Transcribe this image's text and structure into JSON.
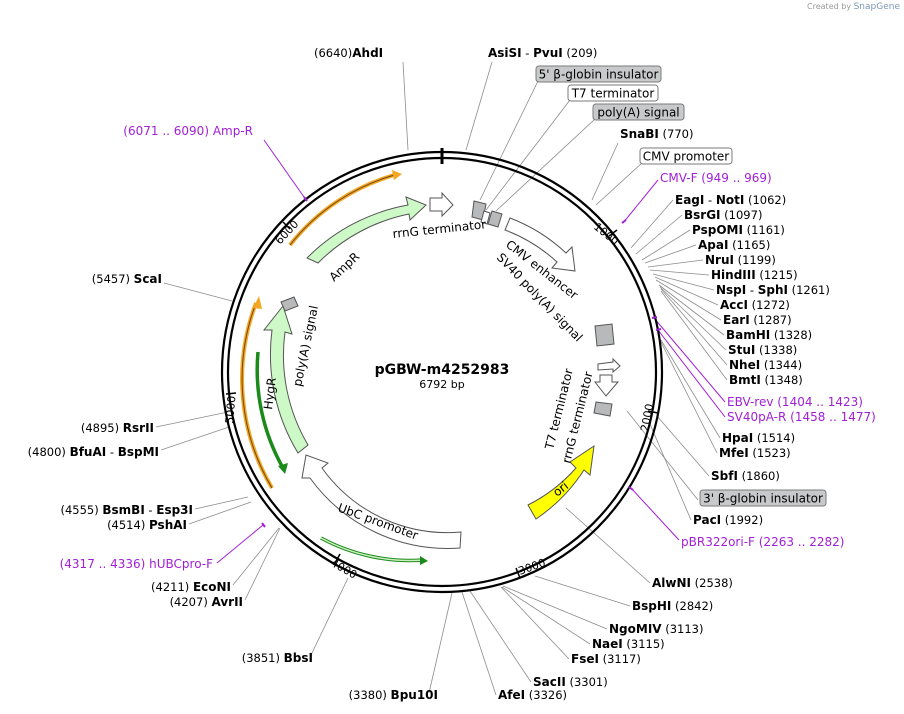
{
  "credit": {
    "prefix": "Created by",
    "brand": "SnapGene"
  },
  "plasmid": {
    "name": "pGBW-m4252983",
    "length_label": "6792 bp"
  },
  "ticks": [
    "1000",
    "2000",
    "3000",
    "4000",
    "5000",
    "6000"
  ],
  "sites": [
    {
      "id": "AhdI",
      "parts": [
        [
          "(6640)",
          false
        ],
        [
          "AhdI",
          true
        ]
      ]
    },
    {
      "id": "AsiSI-PvuI",
      "parts": [
        [
          "AsiSI",
          true
        ],
        [
          " - ",
          false
        ],
        [
          "PvuI",
          true
        ],
        [
          "  (209)",
          false
        ]
      ]
    },
    {
      "id": "SnaBI",
      "parts": [
        [
          "SnaBI",
          true
        ],
        [
          "  (770)",
          false
        ]
      ]
    },
    {
      "id": "EagI-NotI",
      "parts": [
        [
          "EagI",
          true
        ],
        [
          " - ",
          false
        ],
        [
          "NotI",
          true
        ],
        [
          "  (1062)",
          false
        ]
      ]
    },
    {
      "id": "BsrGI",
      "parts": [
        [
          "BsrGI",
          true
        ],
        [
          "  (1097)",
          false
        ]
      ]
    },
    {
      "id": "PspOMI",
      "parts": [
        [
          "PspOMI",
          true
        ],
        [
          "  (1161)",
          false
        ]
      ]
    },
    {
      "id": "ApaI",
      "parts": [
        [
          "ApaI",
          true
        ],
        [
          "  (1165)",
          false
        ]
      ]
    },
    {
      "id": "NruI",
      "parts": [
        [
          "NruI",
          true
        ],
        [
          "  (1199)",
          false
        ]
      ]
    },
    {
      "id": "HindIII",
      "parts": [
        [
          "HindIII",
          true
        ],
        [
          "  (1215)",
          false
        ]
      ]
    },
    {
      "id": "NspI-SphI",
      "parts": [
        [
          "NspI",
          true
        ],
        [
          " - ",
          false
        ],
        [
          "SphI",
          true
        ],
        [
          "  (1261)",
          false
        ]
      ]
    },
    {
      "id": "AccI",
      "parts": [
        [
          "AccI",
          true
        ],
        [
          "  (1272)",
          false
        ]
      ]
    },
    {
      "id": "EarI",
      "parts": [
        [
          "EarI",
          true
        ],
        [
          "  (1287)",
          false
        ]
      ]
    },
    {
      "id": "BamHI",
      "parts": [
        [
          "BamHI",
          true
        ],
        [
          "  (1328)",
          false
        ]
      ]
    },
    {
      "id": "StuI",
      "parts": [
        [
          "StuI",
          true
        ],
        [
          "  (1338)",
          false
        ]
      ]
    },
    {
      "id": "NheI",
      "parts": [
        [
          "NheI",
          true
        ],
        [
          "  (1344)",
          false
        ]
      ]
    },
    {
      "id": "BmtI",
      "parts": [
        [
          "BmtI",
          true
        ],
        [
          "  (1348)",
          false
        ]
      ]
    },
    {
      "id": "HpaI",
      "parts": [
        [
          "HpaI",
          true
        ],
        [
          "  (1514)",
          false
        ]
      ]
    },
    {
      "id": "MfeI",
      "parts": [
        [
          "MfeI",
          true
        ],
        [
          "  (1523)",
          false
        ]
      ]
    },
    {
      "id": "SbfI",
      "parts": [
        [
          "SbfI",
          true
        ],
        [
          "  (1860)",
          false
        ]
      ]
    },
    {
      "id": "PacI",
      "parts": [
        [
          "PacI",
          true
        ],
        [
          "  (1992)",
          false
        ]
      ]
    },
    {
      "id": "AlwNI",
      "parts": [
        [
          "AlwNI",
          true
        ],
        [
          "  (2538)",
          false
        ]
      ]
    },
    {
      "id": "BspHI",
      "parts": [
        [
          "BspHI",
          true
        ],
        [
          "  (2842)",
          false
        ]
      ]
    },
    {
      "id": "NgoMIV",
      "parts": [
        [
          "NgoMIV",
          true
        ],
        [
          "  (3113)",
          false
        ]
      ]
    },
    {
      "id": "NaeI",
      "parts": [
        [
          "NaeI",
          true
        ],
        [
          "  (3115)",
          false
        ]
      ]
    },
    {
      "id": "FseI",
      "parts": [
        [
          "FseI",
          true
        ],
        [
          "  (3117)",
          false
        ]
      ]
    },
    {
      "id": "SacII",
      "parts": [
        [
          "SacII",
          true
        ],
        [
          "  (3301)",
          false
        ]
      ]
    },
    {
      "id": "AfeI",
      "parts": [
        [
          "AfeI",
          true
        ],
        [
          "  (3326)",
          false
        ]
      ]
    },
    {
      "id": "Bpu10I",
      "parts": [
        [
          "(3380)  ",
          false
        ],
        [
          "Bpu10I",
          true
        ]
      ]
    },
    {
      "id": "BbsI",
      "parts": [
        [
          "(3851)  ",
          false
        ],
        [
          "BbsI",
          true
        ]
      ]
    },
    {
      "id": "AvrII",
      "parts": [
        [
          "(4207)  ",
          false
        ],
        [
          "AvrII",
          true
        ]
      ]
    },
    {
      "id": "EcoNI",
      "parts": [
        [
          "(4211)  ",
          false
        ],
        [
          "EcoNI",
          true
        ]
      ]
    },
    {
      "id": "PshAI",
      "parts": [
        [
          "(4514)  ",
          false
        ],
        [
          "PshAI",
          true
        ]
      ]
    },
    {
      "id": "BsmBI-Esp3I",
      "parts": [
        [
          "(4555)  ",
          false
        ],
        [
          "BsmBI",
          true
        ],
        [
          " - ",
          false
        ],
        [
          "Esp3I",
          true
        ]
      ]
    },
    {
      "id": "BfuAI-BspMI",
      "parts": [
        [
          "(4800)  ",
          false
        ],
        [
          "BfuAI",
          true
        ],
        [
          " - ",
          false
        ],
        [
          "BspMI",
          true
        ]
      ]
    },
    {
      "id": "RsrII",
      "parts": [
        [
          "(4895)  ",
          false
        ],
        [
          "RsrII",
          true
        ]
      ]
    },
    {
      "id": "ScaI",
      "parts": [
        [
          "(5457)  ",
          false
        ],
        [
          "ScaI",
          true
        ]
      ]
    }
  ],
  "primers": [
    {
      "id": "Amp-R",
      "parts": [
        [
          "(6071 .. 6090)",
          false
        ],
        [
          "  Amp-R",
          false
        ]
      ]
    },
    {
      "id": "CMV-F",
      "parts": [
        [
          "CMV-F",
          false
        ],
        [
          "    (949 .. 969)",
          false
        ]
      ]
    },
    {
      "id": "EBV-rev",
      "parts": [
        [
          "EBV-rev",
          false
        ],
        [
          "    (1404 .. 1423)",
          false
        ]
      ]
    },
    {
      "id": "SV40pA-R",
      "parts": [
        [
          "SV40pA-R",
          false
        ],
        [
          "    (1458 .. 1477)",
          false
        ]
      ]
    },
    {
      "id": "pBR322ori-F",
      "parts": [
        [
          "pBR322ori-F",
          false
        ],
        [
          "    (2263 .. 2282)",
          false
        ]
      ]
    },
    {
      "id": "hUBCpro-F",
      "parts": [
        [
          "(4317 .. 4336)",
          false
        ],
        [
          "  hUBCpro-F",
          false
        ]
      ]
    }
  ],
  "boxed_labels": [
    {
      "id": "beta-globin-5",
      "text": "5' β-globin insulator",
      "fill": "#c8c9cb"
    },
    {
      "id": "t7-terminator",
      "text": "T7 terminator",
      "fill": "#ffffff"
    },
    {
      "id": "polya-signal",
      "text": "poly(A) signal",
      "fill": "#c8c9cb"
    },
    {
      "id": "cmv-promoter",
      "text": "CMV promoter",
      "fill": "#ffffff"
    },
    {
      "id": "beta-globin-3",
      "text": "3' β-globin insulator",
      "fill": "#c8c9cb"
    }
  ],
  "feature_labels": {
    "rrng_terminator_top": "rrnG terminator",
    "cmv_enhancer": "CMV enhancer",
    "sv40_polya": "SV40 poly(A) signal",
    "t7_terminator_inner": "T7 terminator",
    "rrng_terminator_inner": "rrnG terminator",
    "ori": "ori",
    "ubc_promoter": "UbC promoter",
    "hygr": "HygR",
    "polya_inner": "poly(A) signal",
    "ampr": "AmpR"
  },
  "colors": {
    "backbone": "#000000",
    "primer": "#a21fd6",
    "ampr": "#ccf9c6",
    "hygr": "#ccf9c6",
    "ori": "#ffff00",
    "orf_orange": "#f5a623",
    "orf_green": "#1a8a1a",
    "insulator": "#b8b9bb",
    "white_feature": "#ffffff"
  }
}
